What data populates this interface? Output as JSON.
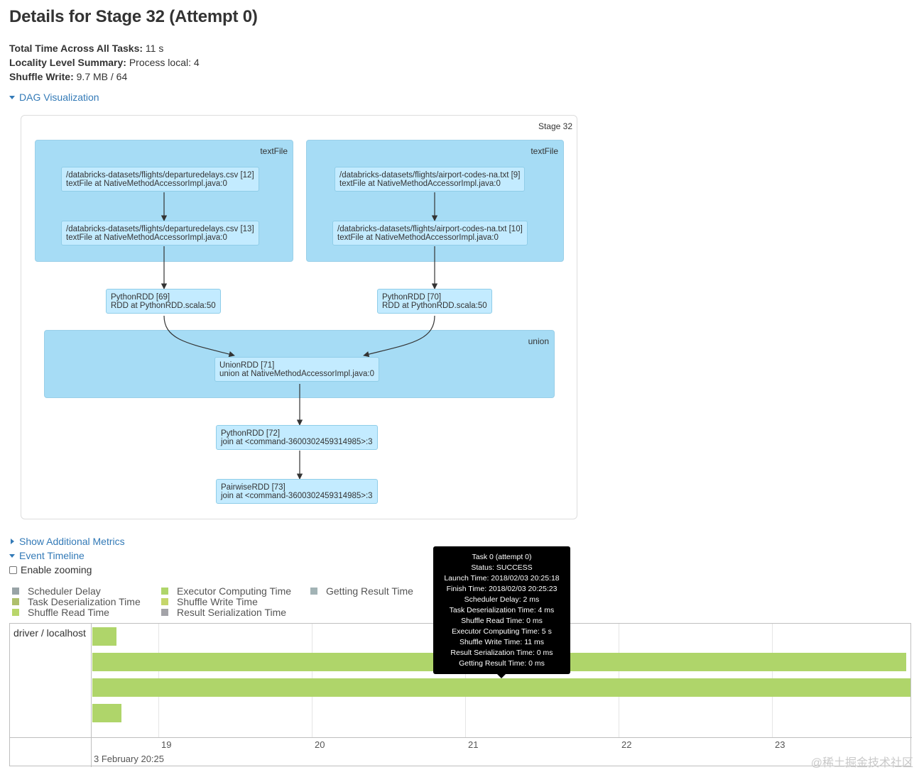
{
  "page_title": "Details for Stage 32 (Attempt 0)",
  "summary": {
    "total_time_label": "Total Time Across All Tasks:",
    "total_time_value": "11 s",
    "locality_label": "Locality Level Summary:",
    "locality_value": "Process local: 4",
    "shuffle_write_label": "Shuffle Write:",
    "shuffle_write_value": "9.7 MB / 64"
  },
  "dag_toggle_label": "DAG Visualization",
  "dag": {
    "stage_label": "Stage 32",
    "clusters": {
      "left_textfile": "textFile",
      "right_textfile": "textFile",
      "union": "union"
    },
    "nodes": {
      "n12": [
        "/databricks-datasets/flights/departuredelays.csv [12]",
        "textFile at NativeMethodAccessorImpl.java:0"
      ],
      "n13": [
        "/databricks-datasets/flights/departuredelays.csv [13]",
        "textFile at NativeMethodAccessorImpl.java:0"
      ],
      "n9": [
        "/databricks-datasets/flights/airport-codes-na.txt [9]",
        "textFile at NativeMethodAccessorImpl.java:0"
      ],
      "n10": [
        "/databricks-datasets/flights/airport-codes-na.txt [10]",
        "textFile at NativeMethodAccessorImpl.java:0"
      ],
      "n69": [
        "PythonRDD [69]",
        "RDD at PythonRDD.scala:50"
      ],
      "n70": [
        "PythonRDD [70]",
        "RDD at PythonRDD.scala:50"
      ],
      "n71": [
        "UnionRDD [71]",
        "union at NativeMethodAccessorImpl.java:0"
      ],
      "n72": [
        "PythonRDD [72]",
        "join at <command-3600302459314985>:3"
      ],
      "n73": [
        "PairwiseRDD [73]",
        "join at <command-3600302459314985>:3"
      ]
    }
  },
  "additional_metrics_label": "Show Additional Metrics",
  "event_timeline_label": "Event Timeline",
  "enable_zooming_label": "Enable zooming",
  "legend": [
    {
      "label": "Scheduler Delay",
      "color": "#80b1d3"
    },
    {
      "label": "Task Deserialization Time",
      "color": "#fb8072"
    },
    {
      "label": "Shuffle Read Time",
      "color": "#fdb462"
    },
    {
      "label": "Executor Computing Time",
      "color": "#afd56a"
    },
    {
      "label": "Shuffle Write Time",
      "color": "#ffed6f"
    },
    {
      "label": "Result Serialization Time",
      "color": "#bc80bd"
    },
    {
      "label": "Getting Result Time",
      "color": "#8dd3c7"
    }
  ],
  "timeline": {
    "group_label": "driver / localhost",
    "ticks": [
      "19",
      "20",
      "21",
      "22",
      "23"
    ],
    "date_label": "3 February 20:25"
  },
  "tooltip": {
    "lines": [
      "Task 0 (attempt 0)",
      "Status: SUCCESS",
      "Launch Time: 2018/02/03 20:25:18",
      "Finish Time: 2018/02/03 20:25:23",
      "Scheduler Delay: 2 ms",
      "Task Deserialization Time: 4 ms",
      "Shuffle Read Time: 0 ms",
      "Executor Computing Time: 5 s",
      "Shuffle Write Time: 11 ms",
      "Result Serialization Time: 0 ms",
      "Getting Result Time: 0 ms"
    ]
  },
  "watermark": "@稀土掘金技术社区"
}
